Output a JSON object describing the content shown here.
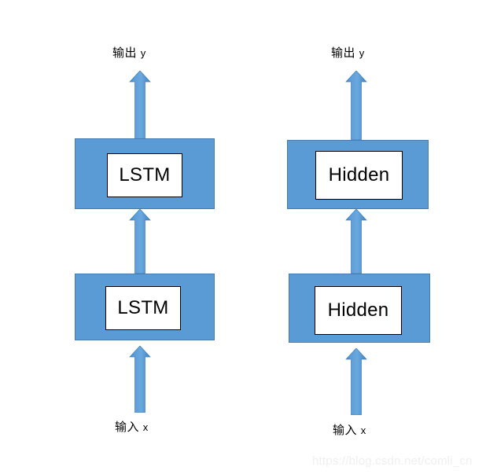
{
  "diagram": {
    "type": "block-diagram",
    "background_color": "#ffffff",
    "block_fill_color": "#5b9bd5",
    "block_border_color": "#477cb0",
    "inner_box_fill_color": "#ffffff",
    "inner_box_border_color": "#000000",
    "arrow_color": "#5b9bd5",
    "arrow_edge_color": "#3f7fbf",
    "columns": [
      {
        "id": "left",
        "output_label_cjk": "输出",
        "output_label_var": "y",
        "input_label_cjk": "输入",
        "input_label_var": "x",
        "layers": [
          {
            "name": "LSTM"
          },
          {
            "name": "LSTM"
          }
        ]
      },
      {
        "id": "right",
        "output_label_cjk": "输出",
        "output_label_var": "y",
        "input_label_cjk": "输入",
        "input_label_var": "x",
        "layers": [
          {
            "name": "Hidden"
          },
          {
            "name": "Hidden"
          }
        ]
      }
    ]
  },
  "watermark": {
    "text": "https://blog.csdn.net/comli_cn"
  }
}
